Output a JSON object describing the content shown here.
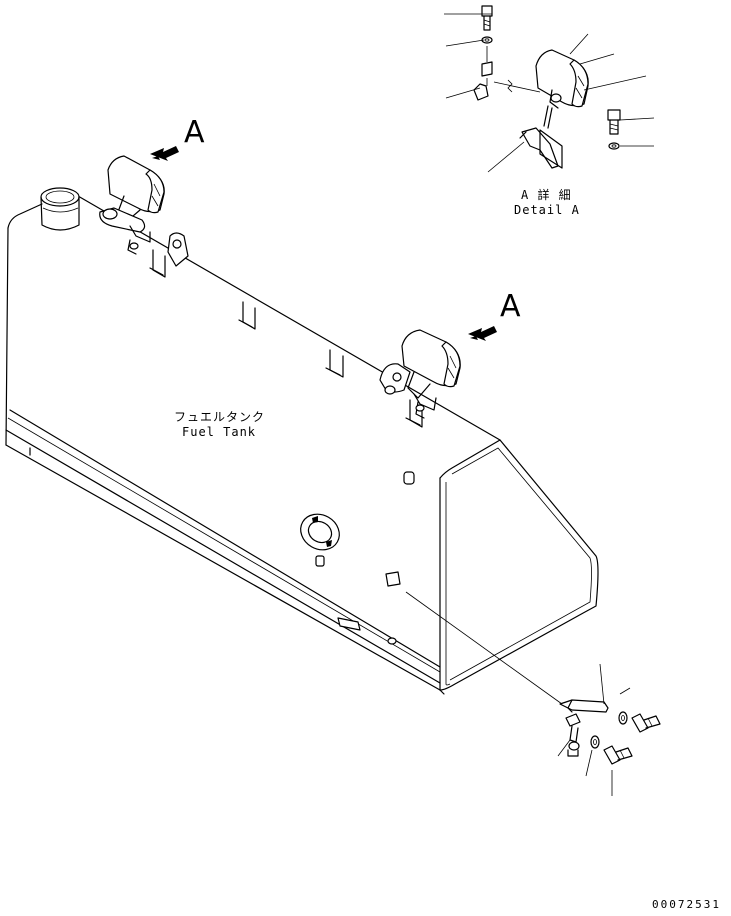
{
  "view_label_1": "A",
  "view_label_2": "A",
  "detail_title_jp": "A 詳 細",
  "detail_title_en": "Detail A",
  "tank_label_jp": "フュエルタンク",
  "tank_label_en": "Fuel Tank",
  "drawing_number": "00072531"
}
